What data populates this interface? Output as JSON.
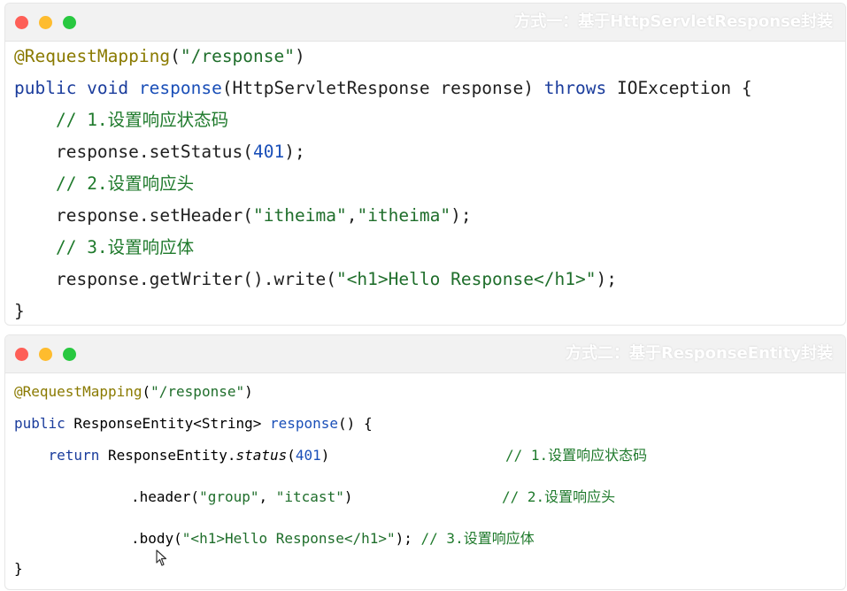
{
  "panel1": {
    "title": "方式一：基于HttpServletResponse封装",
    "code": {
      "l1_ann": "@RequestMapping",
      "l1_p1": "(",
      "l1_str": "\"/response\"",
      "l1_p2": ")",
      "l2_kw1": "public void ",
      "l2_fn": "response",
      "l2_p1": "(HttpServletResponse response) ",
      "l2_kw2": "throws",
      "l2_p2": " IOException {",
      "l3_cm": "// 1.设置响应状态码",
      "l4_p1": "response.setStatus(",
      "l4_num": "401",
      "l4_p2": ");",
      "l5_cm": "// 2.设置响应头",
      "l6_p1": "response.setHeader(",
      "l6_str1": "\"itheima\"",
      "l6_p2": ",",
      "l6_str2": "\"itheima\"",
      "l6_p3": ");",
      "l7_cm": "// 3.设置响应体",
      "l8_p1": "response.getWriter().write(",
      "l8_str": "\"<h1>Hello Response</h1>\"",
      "l8_p2": ");",
      "l9": "}"
    }
  },
  "panel2": {
    "title": "方式二：基于ResponseEntity封装",
    "code": {
      "l1_ann": "@RequestMapping",
      "l1_p1": "(",
      "l1_str": "\"/response\"",
      "l1_p2": ")",
      "l2_kw": "public",
      "l2_p1": " ResponseEntity<String> ",
      "l2_fn": "response",
      "l2_p2": "() {",
      "l3_kw": "return",
      "l3_p1": " ResponseEntity.",
      "l3_it": "status",
      "l3_p2": "(",
      "l3_num": "401",
      "l3_p3": ")",
      "l3_cm": "// 1.设置响应状态码",
      "l4_p1": ".header(",
      "l4_str1": "\"group\"",
      "l4_p2": ", ",
      "l4_str2": "\"itcast\"",
      "l4_p3": ")",
      "l4_cm": "// 2.设置响应头",
      "l5_p1": ".body(",
      "l5_str": "\"<h1>Hello Response</h1>\"",
      "l5_p2": ");",
      "l5_cm": "// 3.设置响应体",
      "l6": "}"
    }
  }
}
